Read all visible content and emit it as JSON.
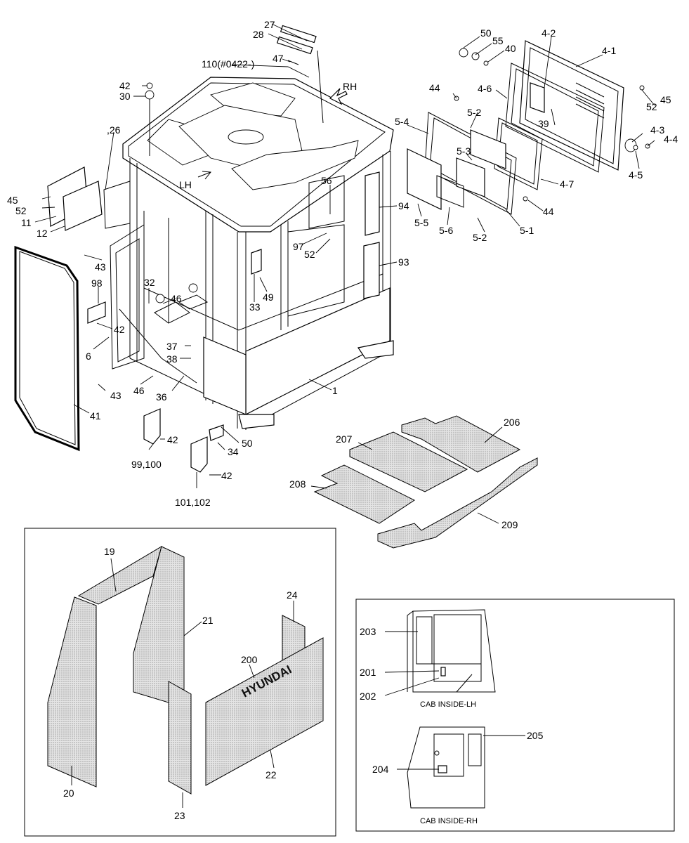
{
  "directions": {
    "rh": "RH",
    "lh": "LH"
  },
  "brand": "HYUNDAI",
  "captions": {
    "cab_inside_lh": "CAB INSIDE-LH",
    "cab_inside_rh": "CAB INSIDE-RH"
  },
  "labels": {
    "p27": "27",
    "p28": "28",
    "p47": "47",
    "p110": "110(#0422-)",
    "p42a": "42",
    "p30": "30",
    "p26": ",26",
    "p45a": "45",
    "p52a": "52",
    "p11": "11",
    "p12": "12",
    "p43a": "43",
    "p98": "98",
    "p32": "32",
    "p46a": "46",
    "p42b": "42",
    "p6": "6",
    "p37": "37",
    "p38": "38",
    "p43b": "43",
    "p46b": "46",
    "p36": "36",
    "p41": "41",
    "p99_100": "99,100",
    "p42c": "42",
    "p42d": "42",
    "p101_102": "101,102",
    "p34": "34",
    "p50a": "50",
    "p1": "1",
    "p33": "33",
    "p49": "49",
    "p97": "97",
    "p52b": "52",
    "p56": "56",
    "p94": "94",
    "p93": "93",
    "p50b": "50",
    "p55": "55",
    "p40": "40",
    "p4_2": "4-2",
    "p4_1": "4-1",
    "p44a": "44",
    "p4_6": "4-6",
    "p5_2a": "5-2",
    "p5_4": "5-4",
    "p5_3": "5-3",
    "p39": "39",
    "p52c": "52",
    "p45b": "45",
    "p4_3": "4-3",
    "p4_4": "4-4",
    "p4_5": "4-5",
    "p4_7": "4-7",
    "p44b": "44",
    "p5_5": "5-5",
    "p5_6": "5-6",
    "p5_2b": "5-2",
    "p5_1": "5-1",
    "p206": "206",
    "p207": "207",
    "p208": "208",
    "p209": "209",
    "p19": "19",
    "p21": "21",
    "p24": "24",
    "p200": "200",
    "p20": "20",
    "p23": "23",
    "p22": "22",
    "p203": "203",
    "p201": "201",
    "p202": "202",
    "p205": "205",
    "p204": "204"
  }
}
